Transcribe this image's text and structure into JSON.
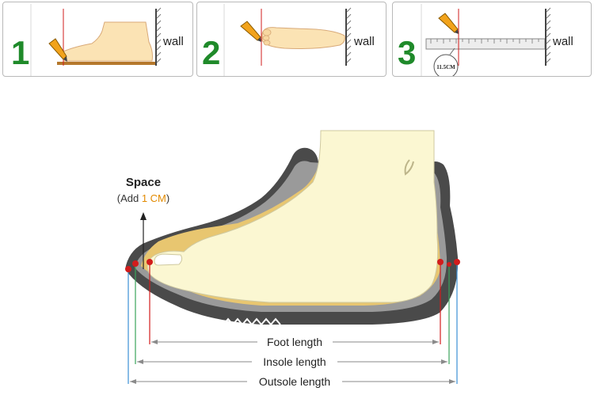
{
  "steps": [
    {
      "number": "1",
      "wall_label": "wall"
    },
    {
      "number": "2",
      "wall_label": "wall"
    },
    {
      "number": "3",
      "wall_label": "wall",
      "ruler_reading": "11.5CM"
    }
  ],
  "space_annotation": {
    "title": "Space",
    "prefix": "(Add ",
    "amount": "1 CM",
    "suffix": ")"
  },
  "measurements": {
    "foot_length": "Foot length",
    "insole_length": "Insole length",
    "outsole_length": "Outsole length"
  },
  "colors": {
    "step_number": "#1f8a2a",
    "foot_fill": "#fbe3b4",
    "foot_fill_main": "#fbf7d2",
    "shoe_shell": "#4a4a4a",
    "shoe_lining": "#9a9a9a",
    "insole": "#e8c670",
    "accent": "#e28a00",
    "marker_red": "#d21c1c",
    "line_green": "#3aa35b",
    "line_blue": "#3b8fd6",
    "arrow_gray": "#8a8a8a"
  }
}
